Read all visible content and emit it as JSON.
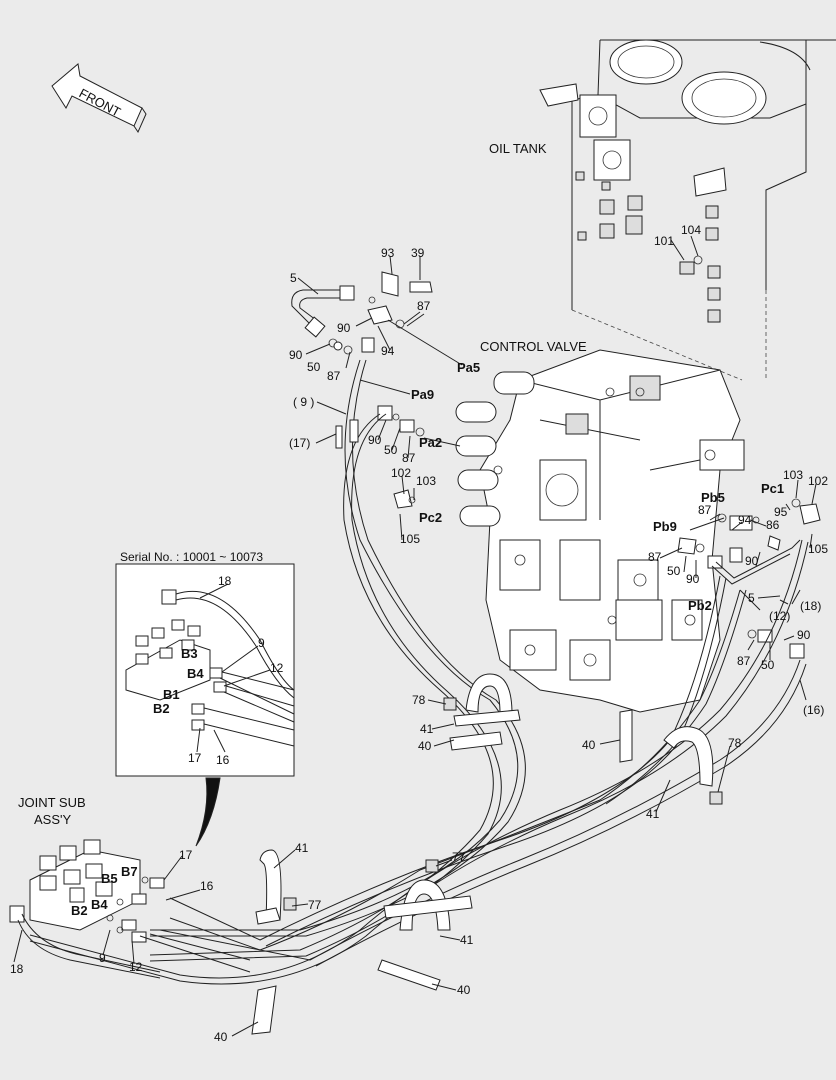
{
  "labels": {
    "front": "FRONT",
    "oil_tank": "OIL TANK",
    "control_valve": "CONTROL VALVE",
    "joint_sub_1": "JOINT SUB",
    "joint_sub_2": "ASS'Y",
    "serial": "Serial No. : 10001 ~ 10073"
  },
  "ports": {
    "pa5": "Pa5",
    "pa9": "Pa9",
    "pa2": "Pa2",
    "pc2": "Pc2",
    "pb5": "Pb5",
    "pc1": "Pc1",
    "pb9": "Pb9",
    "pb2": "Pb2",
    "b1": "B1",
    "b2": "B2",
    "b3": "B3",
    "b4": "B4",
    "b5": "B5",
    "b7": "B7"
  },
  "callouts": {
    "c93": "93",
    "c39": "39",
    "c5a": "5",
    "c87a": "87",
    "c90a": "90",
    "c90b": "90",
    "c94a": "94",
    "c50a": "50",
    "c87b": "87",
    "c9p": "( 9 )",
    "c17p": "(17)",
    "c90c": "90",
    "c50b": "50",
    "c87c": "87",
    "c102a": "102",
    "c103a": "103",
    "c105a": "105",
    "c101": "101",
    "c104": "104",
    "c103b": "103",
    "c102b": "102",
    "c95": "95",
    "c86": "86",
    "c87d": "87",
    "c94b": "94",
    "c105b": "105",
    "c87e": "87",
    "c50c": "50",
    "c90d": "90",
    "c90e": "90",
    "c5b": "5",
    "c12p": "(12)",
    "c18p": "(18)",
    "c87f": "87",
    "c50d": "50",
    "c90f": "90",
    "c16p": "(16)",
    "c78a": "78",
    "c41a": "41",
    "c40a": "40",
    "c40b": "40",
    "c78b": "78",
    "c41b": "41",
    "i18": "18",
    "i9": "9",
    "i12": "12",
    "i17": "17",
    "i16": "16",
    "j17": "17",
    "j16": "16",
    "j18": "18",
    "j9": "9",
    "j12": "12",
    "c41c": "41",
    "c77a": "77",
    "c77b": "77",
    "c41d": "41",
    "c40c": "40",
    "c40d": "40"
  }
}
